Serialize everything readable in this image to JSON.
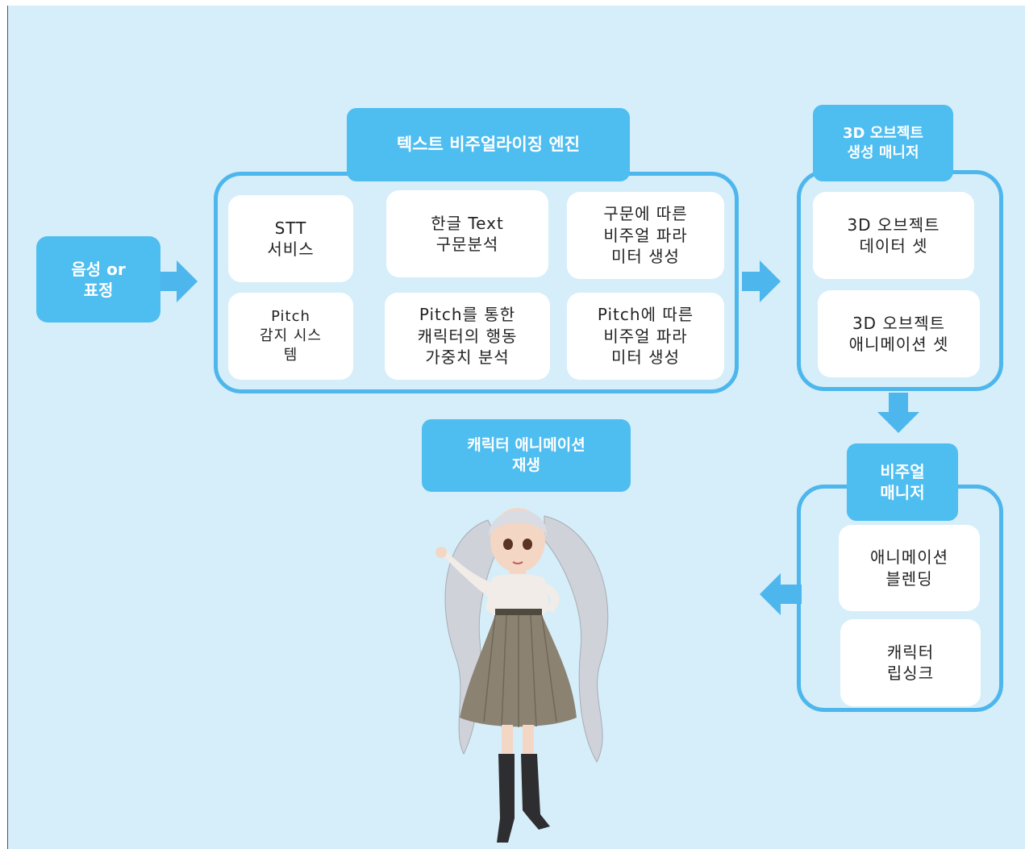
{
  "colors": {
    "background": "#d5eef9",
    "accent": "#4db6ec",
    "title_fill": "#4ebdf0",
    "card_fill": "#ffffff"
  },
  "input": {
    "label": "음성 or\n표정"
  },
  "engine": {
    "title": "텍스트 비주얼라이징 엔진",
    "cards": [
      "STT\n서비스",
      "한글 Text\n구문분석",
      "구문에 따른\n비주얼 파라\n미터 생성",
      "Pitch\n감지 시스\n템",
      "Pitch를 통한\n캐릭터의 행동\n가중치 분석",
      "Pitch에 따른\n비주얼 파라\n미터 생성"
    ]
  },
  "object_manager": {
    "title": "3D 오브젝트\n생성 매니저",
    "cards": [
      "3D 오브젝트\n데이터 셋",
      "3D 오브젝트\n애니메이션 셋"
    ]
  },
  "visual_manager": {
    "title": "비주얼\n매니저",
    "cards": [
      "애니메이션\n블렌딩",
      "캐릭터\n립싱크"
    ]
  },
  "playback": {
    "title": "캐릭터 애니메이션\n재생"
  },
  "icons": [
    "arrow-right-icon",
    "arrow-down-icon",
    "arrow-left-icon",
    "character-illustration"
  ]
}
